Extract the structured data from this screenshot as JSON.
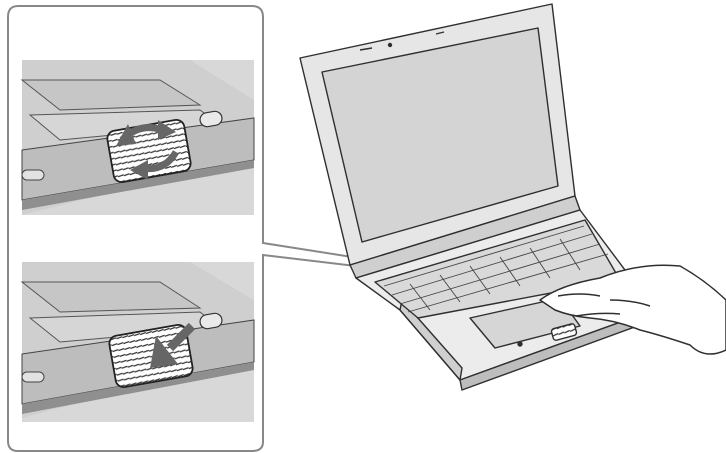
{
  "figure": {
    "kind": "manual-illustration",
    "subject": "laptop-jog-dial-usage",
    "colors": {
      "line": "#2f2f2f",
      "panel_bg": "#dcdcdc",
      "panel_dark": "#b9b9b9",
      "screen": "#d4d4d4",
      "arrow": "#666666",
      "callout_border": "#888888"
    },
    "insets": [
      {
        "id": "top",
        "action": "rotate",
        "icon": "rotate-arrows-icon"
      },
      {
        "id": "bottom",
        "action": "press",
        "icon": "press-arrow-icon"
      }
    ]
  }
}
